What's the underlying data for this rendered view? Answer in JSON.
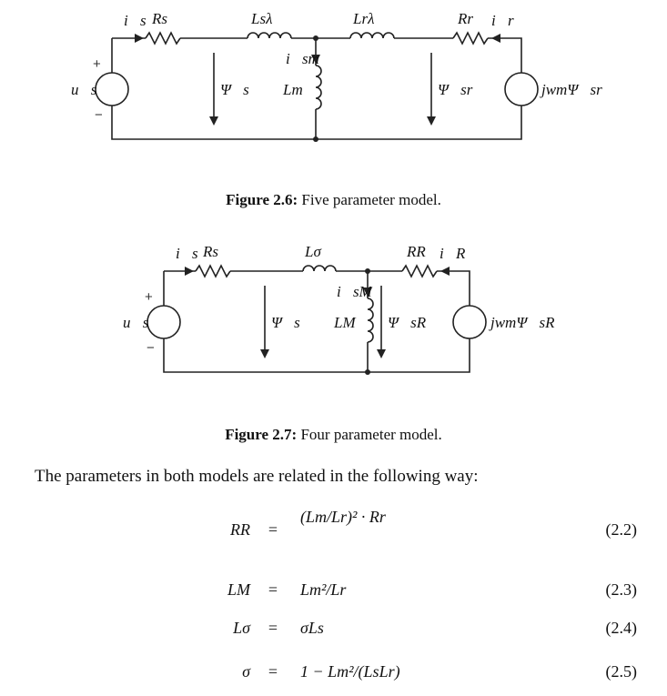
{
  "figure1": {
    "labels": {
      "is": "i⃗s",
      "Rs": "Rs",
      "Lsl": "Lsλ",
      "Lrl": "Lrλ",
      "Rr": "Rr",
      "ir": "i⃗r",
      "ims": "i⃗sm",
      "Lm": "Lm",
      "Psis": "Ψ⃗s",
      "Psir": "Ψ⃗sr",
      "us": "u⃗s",
      "emf": "jwmΨ⃗sr",
      "plus": "+",
      "minus": "−"
    },
    "caption_label": "Figure 2.6:",
    "caption_text": "Five parameter model."
  },
  "figure2": {
    "labels": {
      "is": "i⃗s",
      "Rs": "Rs",
      "Lsigma": "Lσ",
      "RR": "RR",
      "iR": "i⃗R",
      "iMs": "i⃗sM",
      "LM": "LM",
      "Psis": "Ψ⃗s",
      "PsiR": "Ψ⃗sR",
      "us": "u⃗s",
      "emf": "jwmΨ⃗sR",
      "plus": "+",
      "minus": "−"
    },
    "caption_label": "Figure 2.7:",
    "caption_text": "Four parameter model."
  },
  "intro_text": "The parameters in both models are related in the following way:",
  "equations": [
    {
      "lhs": "RR",
      "rhs": "(Lm/Lr)² · Rr",
      "number": "(2.2)"
    },
    {
      "lhs": "LM",
      "rhs": "Lm²/Lr",
      "number": "(2.3)"
    },
    {
      "lhs": "Lσ",
      "rhs": "σLs",
      "number": "(2.4)"
    },
    {
      "lhs": "σ",
      "rhs": "1 − Lm²/(LsLr)",
      "number": "(2.5)"
    }
  ]
}
